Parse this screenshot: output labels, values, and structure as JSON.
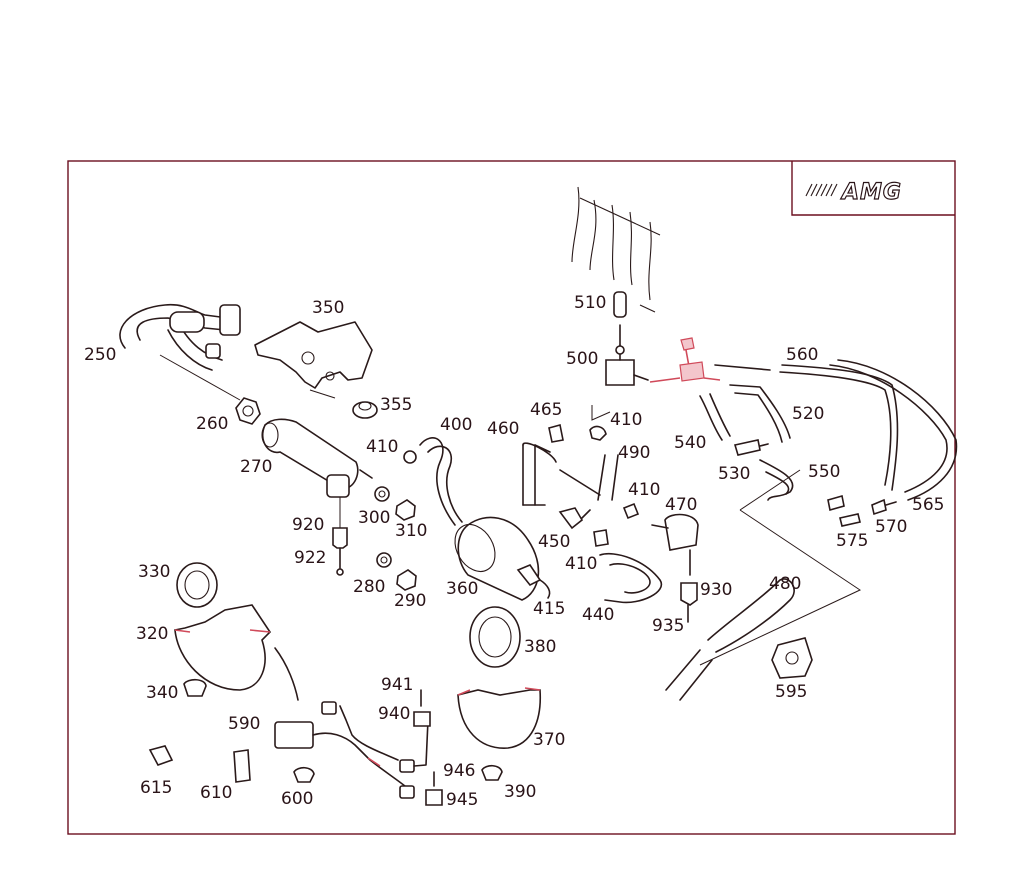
{
  "logo": {
    "brand": "AMG"
  },
  "colors": {
    "frame": "#6b0f1f",
    "line": "#2a1a1a",
    "highlight": "#d04a5a",
    "label": "#2a1418"
  },
  "callouts": [
    {
      "id": "250",
      "text": "250"
    },
    {
      "id": "260",
      "text": "260"
    },
    {
      "id": "270",
      "text": "270"
    },
    {
      "id": "280",
      "text": "280"
    },
    {
      "id": "290",
      "text": "290"
    },
    {
      "id": "300",
      "text": "300"
    },
    {
      "id": "310",
      "text": "310"
    },
    {
      "id": "320",
      "text": "320"
    },
    {
      "id": "330",
      "text": "330"
    },
    {
      "id": "340",
      "text": "340"
    },
    {
      "id": "350",
      "text": "350"
    },
    {
      "id": "355",
      "text": "355"
    },
    {
      "id": "360",
      "text": "360"
    },
    {
      "id": "370",
      "text": "370"
    },
    {
      "id": "380",
      "text": "380"
    },
    {
      "id": "390",
      "text": "390"
    },
    {
      "id": "400",
      "text": "400"
    },
    {
      "id": "410a",
      "text": "410"
    },
    {
      "id": "410b",
      "text": "410"
    },
    {
      "id": "410c",
      "text": "410"
    },
    {
      "id": "410d",
      "text": "410"
    },
    {
      "id": "415",
      "text": "415"
    },
    {
      "id": "440",
      "text": "440"
    },
    {
      "id": "450",
      "text": "450"
    },
    {
      "id": "460",
      "text": "460"
    },
    {
      "id": "465",
      "text": "465"
    },
    {
      "id": "470",
      "text": "470"
    },
    {
      "id": "480",
      "text": "480"
    },
    {
      "id": "490",
      "text": "490"
    },
    {
      "id": "500",
      "text": "500"
    },
    {
      "id": "510",
      "text": "510"
    },
    {
      "id": "520",
      "text": "520"
    },
    {
      "id": "530",
      "text": "530"
    },
    {
      "id": "540",
      "text": "540"
    },
    {
      "id": "550",
      "text": "550"
    },
    {
      "id": "560",
      "text": "560"
    },
    {
      "id": "565",
      "text": "565"
    },
    {
      "id": "570",
      "text": "570"
    },
    {
      "id": "575",
      "text": "575"
    },
    {
      "id": "590",
      "text": "590"
    },
    {
      "id": "595",
      "text": "595"
    },
    {
      "id": "600",
      "text": "600"
    },
    {
      "id": "610",
      "text": "610"
    },
    {
      "id": "615",
      "text": "615"
    },
    {
      "id": "920",
      "text": "920"
    },
    {
      "id": "922",
      "text": "922"
    },
    {
      "id": "930",
      "text": "930"
    },
    {
      "id": "935",
      "text": "935"
    },
    {
      "id": "940",
      "text": "940"
    },
    {
      "id": "941",
      "text": "941"
    },
    {
      "id": "945",
      "text": "945"
    },
    {
      "id": "946",
      "text": "946"
    }
  ]
}
